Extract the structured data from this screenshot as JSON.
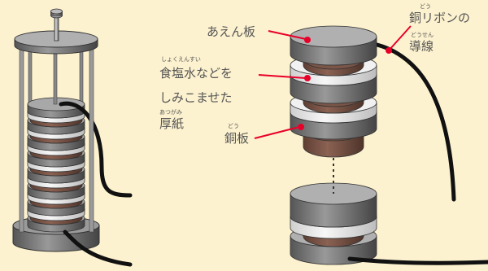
{
  "labels": {
    "zinc_plate": "あえん板",
    "copper_ribbon_line1": "銅リボンの",
    "copper_ribbon_line2": "導線",
    "copper_ribbon_ruby1": "どう",
    "copper_ribbon_ruby2": "どうせん",
    "salt_water_line1": "食塩水などを",
    "salt_water_line2": "しみこませた",
    "salt_water_ruby": "しょくえんすい",
    "cardboard": "厚紙",
    "cardboard_ruby": "あつがみ",
    "copper_plate": "銅板",
    "copper_plate_ruby": "どう"
  },
  "colors": {
    "background": "#fdf2cf",
    "zinc": "#b5b5b5",
    "zinc_dark": "#6c6c6c",
    "copper": "#7a5548",
    "paper": "#e9e9e9",
    "wire": "#111111",
    "leader_line": "#e8002a",
    "text": "#555555"
  }
}
